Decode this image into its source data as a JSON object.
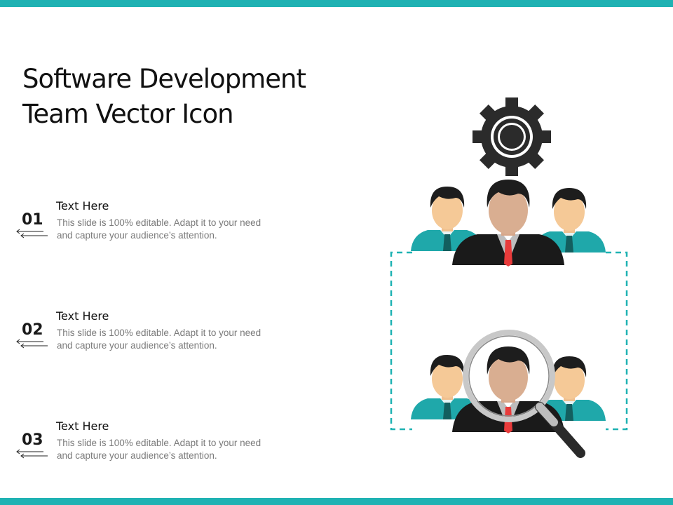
{
  "slide": {
    "title_line1": "Software Development",
    "title_line2": "Team Vector Icon",
    "accent_color": "#1fb2b3"
  },
  "items": [
    {
      "number": "01",
      "heading": "Text Here",
      "body_line1": "This slide is 100% editable. Adapt it to your need",
      "body_line2": "and capture your audience’s attention."
    },
    {
      "number": "02",
      "heading": "Text Here",
      "body_line1": "This slide is 100% editable. Adapt it to your need",
      "body_line2": "and capture your audience’s attention."
    },
    {
      "number": "03",
      "heading": "Text Here",
      "body_line1": "This slide is 100% editable. Adapt it to your need",
      "body_line2": "and capture your audience’s attention."
    }
  ],
  "icons": {
    "gear": "gear-icon",
    "team": "team-icon",
    "magnifier": "magnifier-icon",
    "arrows": "double-arrow-left-icon"
  }
}
